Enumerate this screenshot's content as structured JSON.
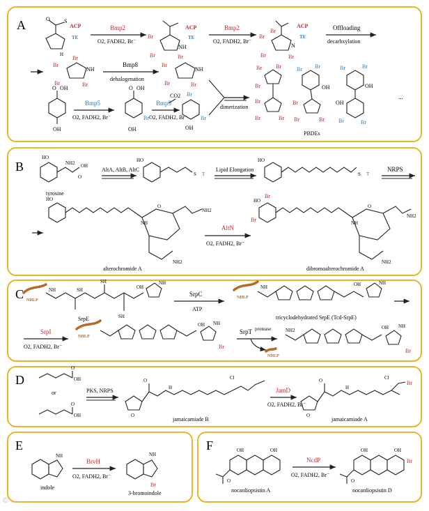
{
  "panels": {
    "A": {
      "label": "A",
      "substrate_tags": {
        "acp": "ACP",
        "te": "TE"
      },
      "enzymes": {
        "bmp2_a": "Bmp2",
        "bmp2_b": "Bmp2",
        "bmp8": "Bmp8",
        "bmp5_a": "Bmp5",
        "bmp5_b": "Bmp5"
      },
      "conditions": {
        "halogenase": "O2, FADH2, Br⁻",
        "offloading": "Offloading",
        "decarboxylation": "decarbxylation",
        "dehalogenation": "dehalogenation",
        "co2": "CO2",
        "dimerization": "dimerization"
      },
      "product_label": "PBDEs",
      "ellipsis": "..."
    },
    "B": {
      "label": "B",
      "enzymes": {
        "alt": "AltA, AltB, AltC",
        "lipid": "Lipid Elongation",
        "nrps": "NRPS",
        "altN": "AltN"
      },
      "conditions": {
        "halogenase": "O2, FADH2, Br⁻"
      },
      "compounds": {
        "tyrosine": "tyrosine",
        "alterochromide": "alterochromide A",
        "dibromo": "dibromoalterochromide A"
      },
      "thio_tag": "T"
    },
    "C": {
      "label": "C",
      "tail": "NHLP",
      "enzymes": {
        "srpC": "SrpC",
        "atp": "ATP",
        "srpI": "SrpI",
        "srpT": "SrpT",
        "srpT_sup": "protease"
      },
      "conditions": {
        "halogenase": "O2, FADH2, Br⁻"
      },
      "compounds": {
        "srpE": "SrpE",
        "tcd": "tricyclodehydrated SrpE (Tcd-SrpE)"
      }
    },
    "D": {
      "label": "D",
      "or": "or",
      "enzymes": {
        "pks": "PKS, NRPS",
        "jamD": "JamD"
      },
      "conditions": {
        "halogenase": "O2, FADH2, Br⁻"
      },
      "compounds": {
        "jamB": "jamaicamiade B",
        "jamA": "jamaicamiade A"
      }
    },
    "E": {
      "label": "E",
      "enzymes": {
        "brvH": "BrvH"
      },
      "conditions": {
        "halogenase": "O2, FADH2, Br⁻"
      },
      "compounds": {
        "indole": "indole",
        "product": "3-bromoindole"
      }
    },
    "F": {
      "label": "F",
      "enzymes": {
        "ncdP": "NcdP"
      },
      "conditions": {
        "halogenase": "O2, FADH2, Br⁻"
      },
      "compounds": {
        "substrate": "nocardiopsistin A",
        "product": "nocardiopsistin D"
      }
    }
  },
  "atoms": {
    "br": "Br",
    "oh": "OH",
    "nh": "NH",
    "nh2": "NH2",
    "o": "O",
    "s": "S",
    "n": "N",
    "h": "H",
    "cl": "Cl",
    "ho": "HO",
    "sh": "SH"
  },
  "watermark": "© ……"
}
